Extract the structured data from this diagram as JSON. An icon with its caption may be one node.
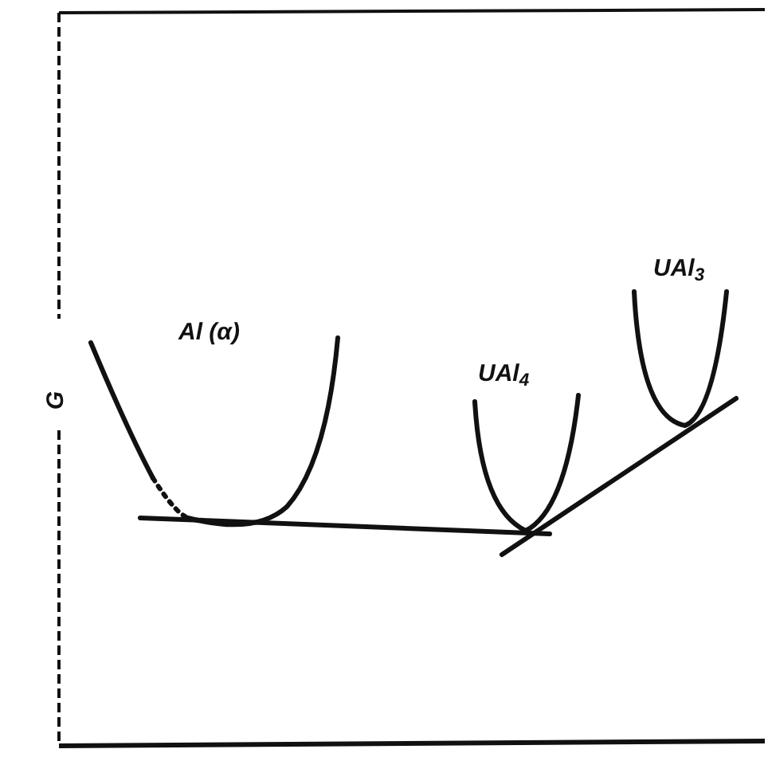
{
  "diagram": {
    "labels": [
      "UAl$_{3}$",
      "Al (α)",
      "UAl$_{4}$",
      "G"
    ]
  }
}
